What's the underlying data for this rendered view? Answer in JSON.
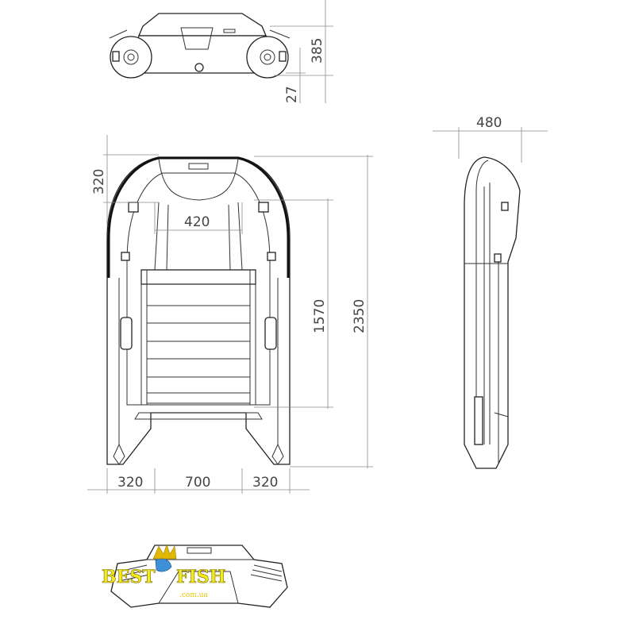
{
  "dimensions": {
    "side_height": "385",
    "keel_clearance": "27",
    "side_width": "480",
    "bow_length": "320",
    "inner_bow_width": "420",
    "inner_length": "1570",
    "total_length": "2350",
    "left_tube_width": "320",
    "inner_width": "700",
    "right_tube_width": "320"
  },
  "logo": {
    "word1": "BEST",
    "word2": "FISH",
    "domain": ".com.ua"
  },
  "colors": {
    "line": "#222222",
    "dimension": "#8a8a8a",
    "logo": "#f2ea1c"
  }
}
